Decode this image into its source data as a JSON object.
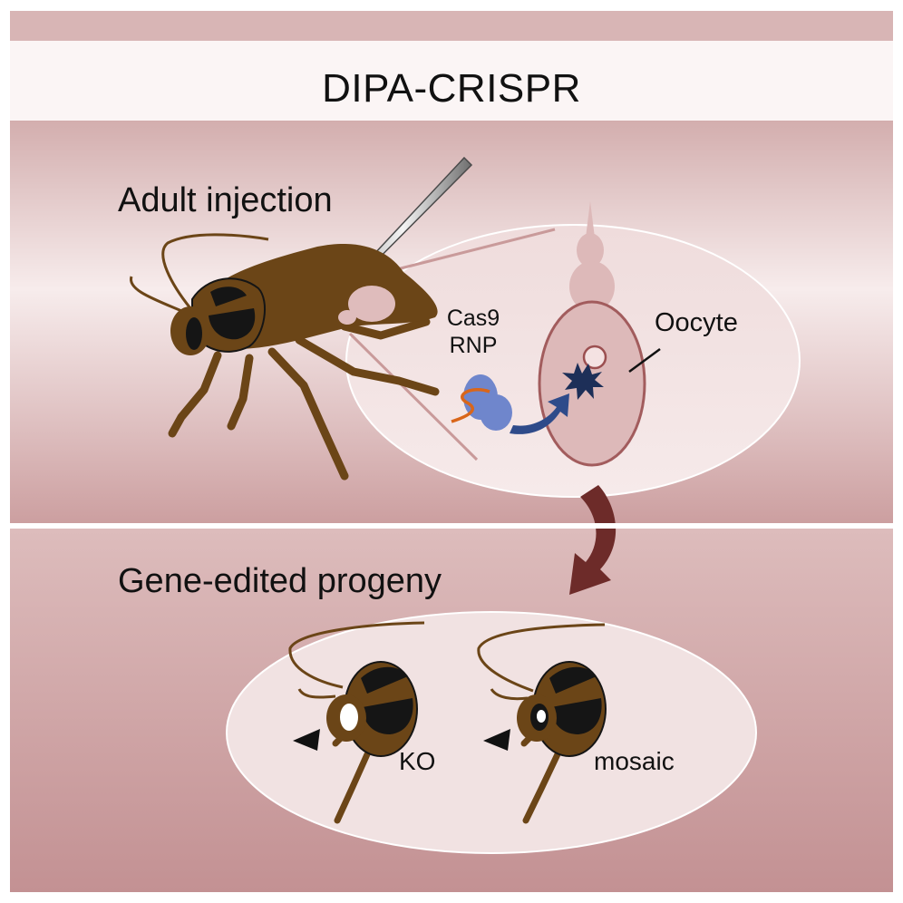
{
  "title": "DIPA-CRISPR",
  "sections": {
    "injection": "Adult injection",
    "progeny": "Gene-edited progeny"
  },
  "labels": {
    "rnp": "Cas9 RNP",
    "oocyte": "Oocyte",
    "ko": "KO",
    "mosaic": "mosaic"
  },
  "colors": {
    "panel": "#cfa4a5",
    "title_band": "#fbf5f5",
    "cockroach": "#6b4517",
    "cockroach_dark": "#151515",
    "ovary": "#dfbcbc",
    "oocyte_outline": "#9f5b5c",
    "rnp_protein": "#6f86cc",
    "guide_rna": "#d9661a",
    "edit_star": "#1d2f58",
    "arrow_blue": "#2e4b8a",
    "arrow_brown": "#6d2b29"
  },
  "icons": [
    "syringe-needle-icon",
    "cockroach-adult-icon",
    "cas9-rnp-icon",
    "edit-star-icon",
    "arrowhead-icon"
  ]
}
